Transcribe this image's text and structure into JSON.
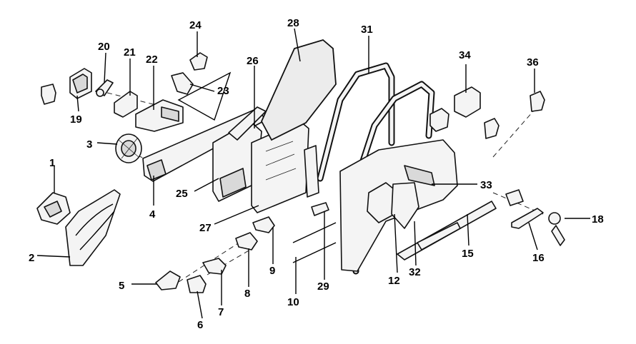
{
  "diagram": {
    "callouts": [
      {
        "id": "1",
        "label": "1"
      },
      {
        "id": "2",
        "label": "2"
      },
      {
        "id": "3",
        "label": "3"
      },
      {
        "id": "4",
        "label": "4"
      },
      {
        "id": "5",
        "label": "5"
      },
      {
        "id": "6",
        "label": "6"
      },
      {
        "id": "7",
        "label": "7"
      },
      {
        "id": "8",
        "label": "8"
      },
      {
        "id": "9",
        "label": "9"
      },
      {
        "id": "10",
        "label": "10"
      },
      {
        "id": "12",
        "label": "12"
      },
      {
        "id": "15",
        "label": "15"
      },
      {
        "id": "16",
        "label": "16"
      },
      {
        "id": "18",
        "label": "18"
      },
      {
        "id": "19",
        "label": "19"
      },
      {
        "id": "20",
        "label": "20"
      },
      {
        "id": "21",
        "label": "21"
      },
      {
        "id": "22",
        "label": "22"
      },
      {
        "id": "23",
        "label": "23"
      },
      {
        "id": "24",
        "label": "24"
      },
      {
        "id": "25",
        "label": "25"
      },
      {
        "id": "26",
        "label": "26"
      },
      {
        "id": "27",
        "label": "27"
      },
      {
        "id": "28",
        "label": "28"
      },
      {
        "id": "29",
        "label": "29"
      },
      {
        "id": "31",
        "label": "31"
      },
      {
        "id": "32",
        "label": "32"
      },
      {
        "id": "33",
        "label": "33"
      },
      {
        "id": "34",
        "label": "34"
      },
      {
        "id": "36",
        "label": "36"
      }
    ]
  }
}
